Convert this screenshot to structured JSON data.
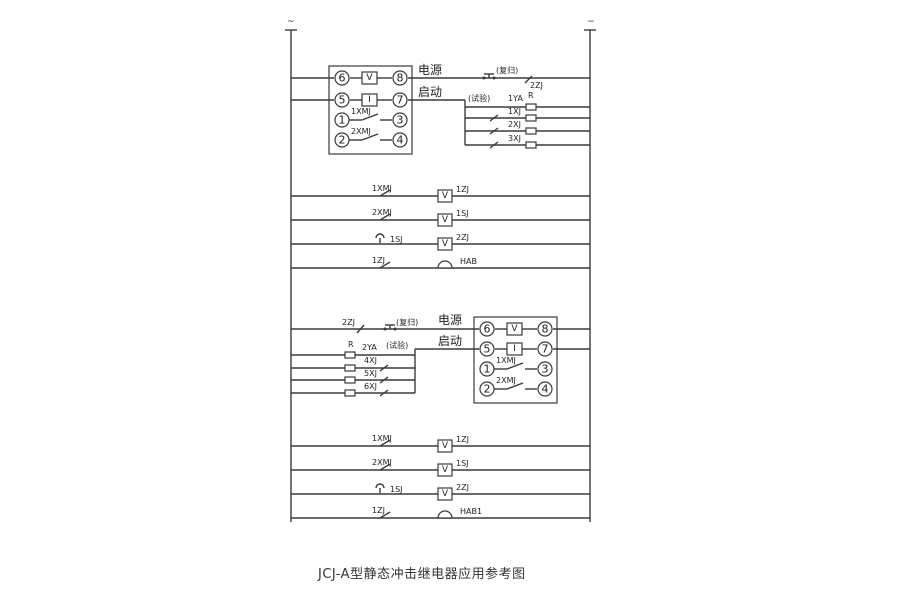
{
  "caption": "JCJ-A型静态冲击继电器应用参考图",
  "rails": {
    "ac_symbol": "~"
  },
  "block1": {
    "pins": {
      "p6": "6",
      "p8": "8",
      "p5": "5",
      "p7": "7",
      "p1": "1",
      "p3": "3",
      "p2": "2",
      "p4": "4"
    },
    "sym_v": "V",
    "sym_i": "I",
    "contact1": "1XMJ",
    "contact2": "2XMJ",
    "power_label": "电源",
    "start_label": "启动",
    "reset_label": "(复归)",
    "reset_contact": "2ZJ",
    "test_label": "(试验)",
    "test_coil": "1YA",
    "test_coil_r": "R",
    "signal_contacts": [
      "1XJ",
      "2XJ",
      "3XJ"
    ]
  },
  "rows1": [
    {
      "contact": "1XMJ",
      "coil_sym": "V",
      "coil": "1ZJ"
    },
    {
      "contact": "2XMJ",
      "coil_sym": "V",
      "coil": "1SJ"
    },
    {
      "contact": "1SJ",
      "coil_sym": "V",
      "coil": "2ZJ"
    },
    {
      "contact": "1ZJ",
      "alarm": "HAB"
    }
  ],
  "block2": {
    "pins": {
      "p6": "6",
      "p8": "8",
      "p5": "5",
      "p7": "7",
      "p1": "1",
      "p3": "3",
      "p2": "2",
      "p4": "4"
    },
    "sym_v": "V",
    "sym_i": "I",
    "contact1": "1XMJ",
    "contact2": "2XMJ",
    "power_label": "电源",
    "start_label": "启动",
    "reset_label": "(复归)",
    "reset_contact": "2ZJ",
    "test_label": "(试验)",
    "test_coil": "2YA",
    "test_coil_r": "R",
    "signal_contacts": [
      "4XJ",
      "5XJ",
      "6XJ"
    ]
  },
  "rows2": [
    {
      "contact": "1XMJ",
      "coil_sym": "V",
      "coil": "1ZJ"
    },
    {
      "contact": "2XMJ",
      "coil_sym": "V",
      "coil": "1SJ"
    },
    {
      "contact": "1SJ",
      "coil_sym": "V",
      "coil": "2ZJ"
    },
    {
      "contact": "1ZJ",
      "alarm": "HAB1"
    }
  ]
}
